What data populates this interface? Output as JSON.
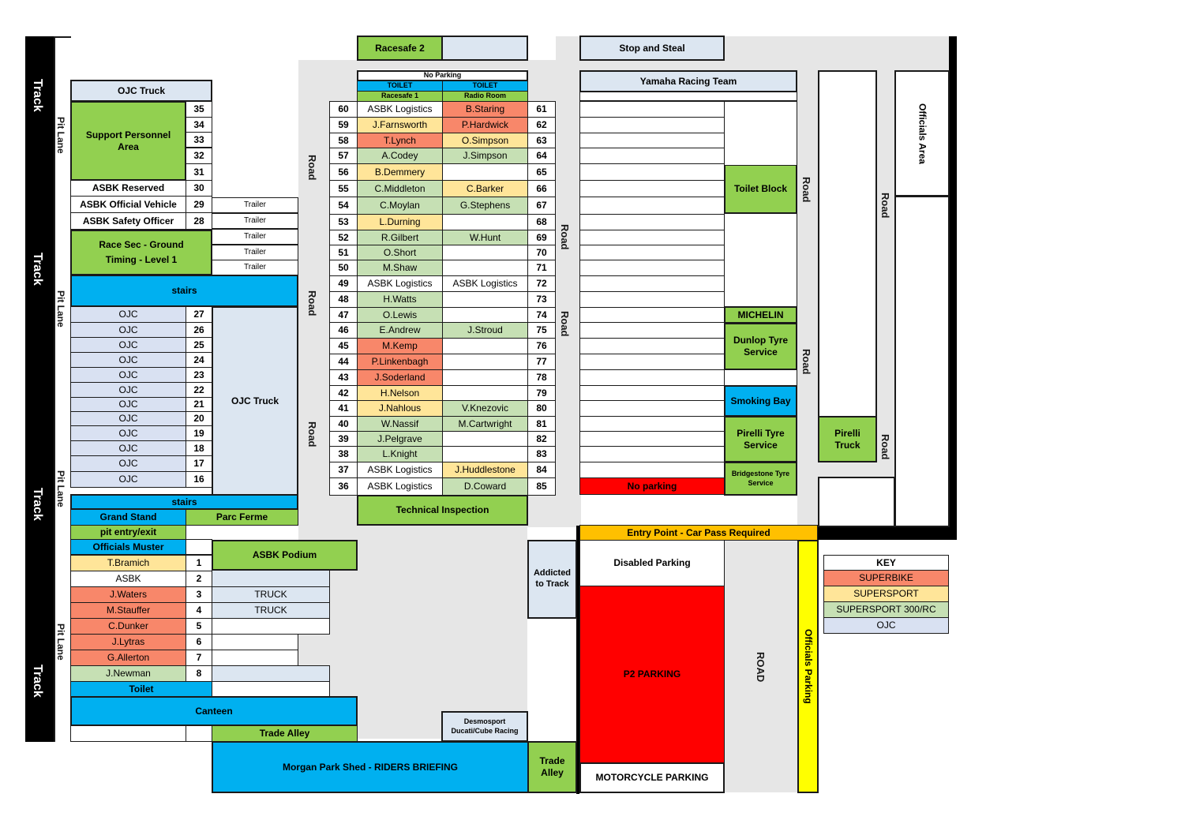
{
  "colors": {
    "green": "#92d050",
    "light_blue": "#dce6f1",
    "blue": "#00b0f0",
    "red": "#ff0000",
    "yellow": "#ffff00",
    "orange": "#ffc000",
    "superbike": "#f8876a",
    "supersport": "#ffe599",
    "supersport300": "#c6e0b4",
    "ojc": "#d9e1f2",
    "grey": "#e6e6e6",
    "white": "#ffffff"
  },
  "track": {
    "track_label": "Track",
    "pit_lane_label": "Pit Lane"
  },
  "roads": {
    "road": "Road",
    "road_caps": "ROAD"
  },
  "top": {
    "racesafe2": "Racesafe 2",
    "stop_and_steal": "Stop and Steal",
    "yamaha": "Yamaha Racing Team",
    "no_parking_small": "No Parking",
    "toilet": "TOILET",
    "racesafe1": "Racesafe 1",
    "radio_room": "Radio Room"
  },
  "left": {
    "ojc_truck_top": "OJC Truck",
    "support_area": "Support Personnel Area",
    "asbk_reserved": "ASBK Reserved",
    "official_vehicle": "ASBK Official Vehicle",
    "safety_officer": "ASBK Safety Officer",
    "race_sec": "Race Sec - Ground Timing - Level 1",
    "trailer": "Trailer",
    "stairs": "stairs",
    "ojc": "OJC",
    "ojc_truck_big": "OJC Truck",
    "grand_stand": "Grand Stand",
    "parc_ferme": "Parc Ferme",
    "pit_entry": "pit entry/exit",
    "officials_muster": "Officials Muster",
    "asbk_podium": "ASBK Podium",
    "truck": "TRUCK",
    "toilet_label": "Toilet",
    "canteen": "Canteen",
    "trade_alley": "Trade Alley",
    "morgan_shed": "Morgan Park Shed  - RIDERS BRIEFING",
    "desmosport": "Desmosport Ducati/Cube Racing",
    "trade_alley_2": "Trade Alley",
    "addicted": "Addicted to Track",
    "technical": "Technical Inspection"
  },
  "pit_numbers_top": [
    "35",
    "34",
    "33",
    "32",
    "31",
    "30",
    "29",
    "28"
  ],
  "ojc_numbers": [
    "27",
    "26",
    "25",
    "24",
    "23",
    "22",
    "21",
    "20",
    "19",
    "18",
    "17",
    "16"
  ],
  "bottom_garages": [
    {
      "num": "1",
      "name": "T.Bramich",
      "cls": "supersport"
    },
    {
      "num": "2",
      "name": "ASBK",
      "cls": "white"
    },
    {
      "num": "3",
      "name": "J.Waters",
      "cls": "superbike"
    },
    {
      "num": "4",
      "name": "M.Stauffer",
      "cls": "superbike"
    },
    {
      "num": "5",
      "name": "C.Dunker",
      "cls": "superbike"
    },
    {
      "num": "6",
      "name": "J.Lytras",
      "cls": "superbike"
    },
    {
      "num": "7",
      "name": "G.Allerton",
      "cls": "superbike"
    },
    {
      "num": "8",
      "name": "J.Newman",
      "cls": "supersport300"
    }
  ],
  "middle_left": [
    {
      "num": "60",
      "name": "ASBK Logistics",
      "cls": "white"
    },
    {
      "num": "59",
      "name": "J.Farnsworth",
      "cls": "supersport"
    },
    {
      "num": "58",
      "name": "T.Lynch",
      "cls": "superbike"
    },
    {
      "num": "57",
      "name": "A.Codey",
      "cls": "supersport300"
    },
    {
      "num": "56",
      "name": "B.Demmery",
      "cls": "supersport"
    },
    {
      "num": "55",
      "name": "C.Middleton",
      "cls": "supersport300"
    },
    {
      "num": "54",
      "name": "C.Moylan",
      "cls": "supersport300"
    },
    {
      "num": "53",
      "name": "L.Durning",
      "cls": "supersport"
    },
    {
      "num": "52",
      "name": "R.Gilbert",
      "cls": "supersport300"
    },
    {
      "num": "51",
      "name": "O.Short",
      "cls": "supersport300"
    },
    {
      "num": "50",
      "name": "M.Shaw",
      "cls": "supersport300"
    },
    {
      "num": "49",
      "name": "ASBK Logistics",
      "cls": "white"
    },
    {
      "num": "48",
      "name": "H.Watts",
      "cls": "supersport300"
    },
    {
      "num": "47",
      "name": "O.Lewis",
      "cls": "supersport300"
    },
    {
      "num": "46",
      "name": "E.Andrew",
      "cls": "supersport300"
    },
    {
      "num": "45",
      "name": "M.Kemp",
      "cls": "superbike"
    },
    {
      "num": "44",
      "name": "P.Linkenbagh",
      "cls": "superbike"
    },
    {
      "num": "43",
      "name": "J.Soderland",
      "cls": "superbike"
    },
    {
      "num": "42",
      "name": "H.Nelson",
      "cls": "supersport"
    },
    {
      "num": "41",
      "name": "J.Nahlous",
      "cls": "supersport"
    },
    {
      "num": "40",
      "name": "W.Nassif",
      "cls": "supersport300"
    },
    {
      "num": "39",
      "name": "J.Pelgrave",
      "cls": "supersport300"
    },
    {
      "num": "38",
      "name": "L.Knight",
      "cls": "supersport300"
    },
    {
      "num": "37",
      "name": "ASBK Logistics",
      "cls": "white"
    },
    {
      "num": "36",
      "name": "ASBK Logistics",
      "cls": "white"
    }
  ],
  "middle_right": [
    {
      "num": "61",
      "name": "B.Staring",
      "cls": "superbike"
    },
    {
      "num": "62",
      "name": "P.Hardwick",
      "cls": "superbike"
    },
    {
      "num": "63",
      "name": "O.Simpson",
      "cls": "supersport"
    },
    {
      "num": "64",
      "name": "J.Simpson",
      "cls": "supersport300"
    },
    {
      "num": "65",
      "name": "",
      "cls": "white"
    },
    {
      "num": "66",
      "name": "C.Barker",
      "cls": "supersport"
    },
    {
      "num": "67",
      "name": "G.Stephens",
      "cls": "supersport300"
    },
    {
      "num": "68",
      "name": "",
      "cls": "white"
    },
    {
      "num": "69",
      "name": "W.Hunt",
      "cls": "supersport300"
    },
    {
      "num": "70",
      "name": "",
      "cls": "white"
    },
    {
      "num": "71",
      "name": "",
      "cls": "white"
    },
    {
      "num": "72",
      "name": "ASBK Logistics",
      "cls": "white"
    },
    {
      "num": "73",
      "name": "",
      "cls": "white"
    },
    {
      "num": "74",
      "name": "",
      "cls": "white"
    },
    {
      "num": "75",
      "name": "J.Stroud",
      "cls": "supersport300"
    },
    {
      "num": "76",
      "name": "",
      "cls": "white"
    },
    {
      "num": "77",
      "name": "",
      "cls": "white"
    },
    {
      "num": "78",
      "name": "",
      "cls": "white"
    },
    {
      "num": "79",
      "name": "",
      "cls": "white"
    },
    {
      "num": "80",
      "name": "V.Knezovic",
      "cls": "supersport300"
    },
    {
      "num": "81",
      "name": "M.Cartwright",
      "cls": "supersport300"
    },
    {
      "num": "82",
      "name": "",
      "cls": "white"
    },
    {
      "num": "83",
      "name": "",
      "cls": "white"
    },
    {
      "num": "84",
      "name": "J.Huddlestone",
      "cls": "supersport"
    },
    {
      "num": "85",
      "name": "D.Coward",
      "cls": "supersport300"
    }
  ],
  "right": {
    "toilet_block": "Toilet Block",
    "michelin": "MICHELIN",
    "dunlop": "Dunlop Tyre Service",
    "smoking_bay": "Smoking Bay",
    "pirelli_service": "Pirelli Tyre Service",
    "bridgestone": "Bridgestone Tyre Service",
    "no_parking": "No parking",
    "pirelli_truck": "Pirelli Truck",
    "officials_area": "Officials Area",
    "entry_point": "Entry Point - Car Pass Required",
    "disabled_parking": "Disabled Parking",
    "p2_parking": "P2 PARKING",
    "motorcycle_parking": "MOTORCYCLE PARKING",
    "officials_parking": "Officials Parking"
  },
  "key": {
    "title": "KEY",
    "items": [
      {
        "label": "SUPERBIKE",
        "cls": "superbike"
      },
      {
        "label": "SUPERSPORT",
        "cls": "supersport"
      },
      {
        "label": "SUPERSPORT 300/RC",
        "cls": "supersport300"
      },
      {
        "label": "OJC",
        "cls": "ojc"
      }
    ]
  }
}
